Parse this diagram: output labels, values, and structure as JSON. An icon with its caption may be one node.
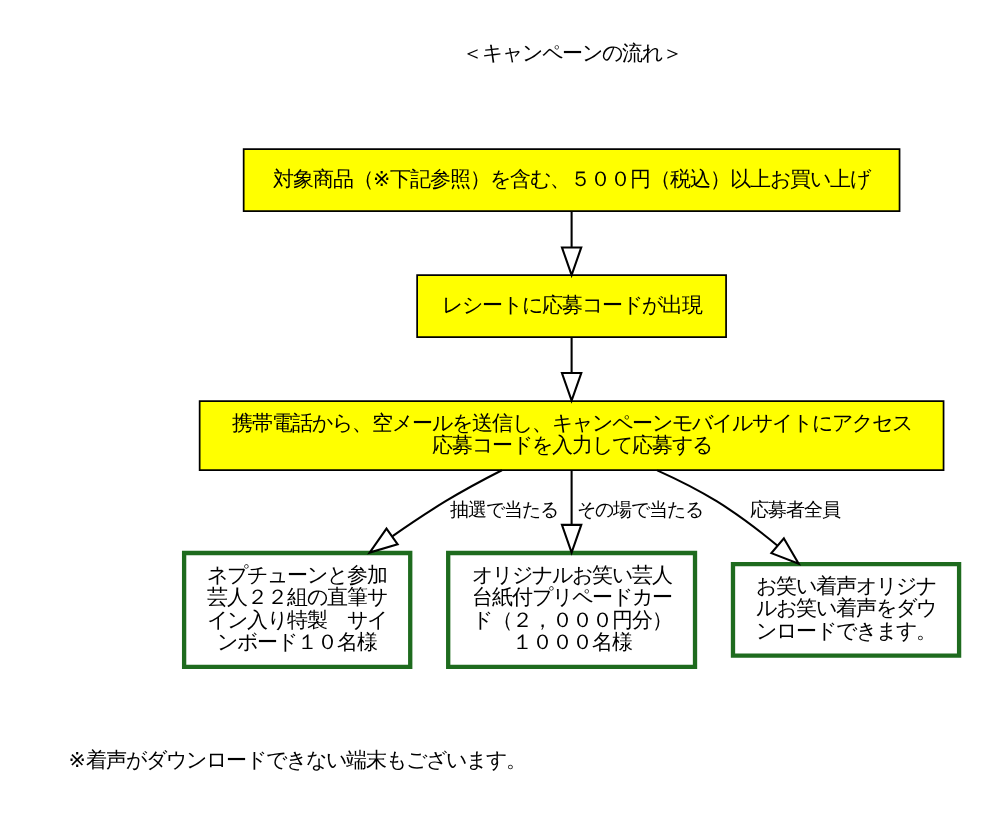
{
  "diagram": {
    "title": "＜キャンペーンの流れ＞",
    "caption": "※着声がダウンロードできない端末もございます。",
    "nodes": [
      {
        "text": [
          "対象商品（※下記参照）を含む、５００円（税込）以上お買い上げ"
        ]
      },
      {
        "text": [
          "レシートに応募コードが出現"
        ]
      },
      {
        "text": [
          "携帯電話から、空メールを送信し、キャンペーンモバイルサイトにアクセス応募コードを入力して応募する"
        ]
      },
      {
        "text": [
          "ネプチューンと参加芸人２２組の直筆サイン入り特製　サインボード１０名様"
        ]
      },
      {
        "text": [
          "オリジナルお笑い芸人台紙付プリペードカード（２，０００円分）１０００名様"
        ]
      },
      {
        "text": [
          "お笑い着声オリジナルお笑い着声をダウンロードできます。"
        ]
      }
    ],
    "edges": [
      {
        "from": 0,
        "to": 1,
        "arrow": "to"
      },
      {
        "from": 1,
        "to": 2,
        "arrow": "to"
      },
      {
        "from": 2,
        "to": 3,
        "arrow": "to",
        "label": "抽選で当たる"
      },
      {
        "from": 2,
        "to": 4,
        "arrow": "to",
        "label": "その場で当たる"
      },
      {
        "from": 2,
        "to": 5,
        "arrow": "to",
        "label": "応募者全員"
      }
    ]
  }
}
